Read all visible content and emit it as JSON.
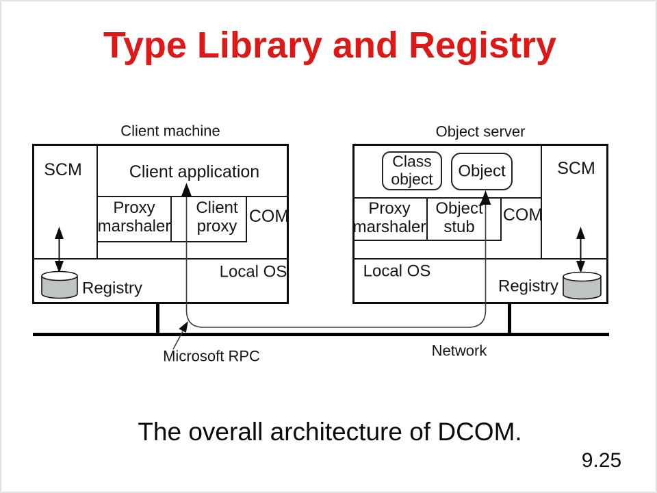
{
  "slide": {
    "title": "Type Library and Registry",
    "caption": "The overall architecture of DCOM.",
    "page_number": "9.25"
  },
  "diagram": {
    "network_label": "Network",
    "rpc_label": "Microsoft RPC",
    "client": {
      "machine_label": "Client machine",
      "scm": "SCM",
      "application": "Client application",
      "proxy_marshaler": "Proxy\nmarshaler",
      "client_proxy": "Client\nproxy",
      "com": "COM",
      "local_os": "Local OS",
      "registry": "Registry"
    },
    "server": {
      "machine_label": "Object server",
      "scm": "SCM",
      "class_object": "Class\nobject",
      "object": "Object",
      "proxy_marshaler": "Proxy\nmarshaler",
      "object_stub": "Object\nstub",
      "com": "COM",
      "local_os": "Local OS",
      "registry": "Registry"
    },
    "colors": {
      "title_red": "#de1717",
      "line_black": "#111111",
      "cylinder_gray": "#bfc3c3"
    }
  }
}
